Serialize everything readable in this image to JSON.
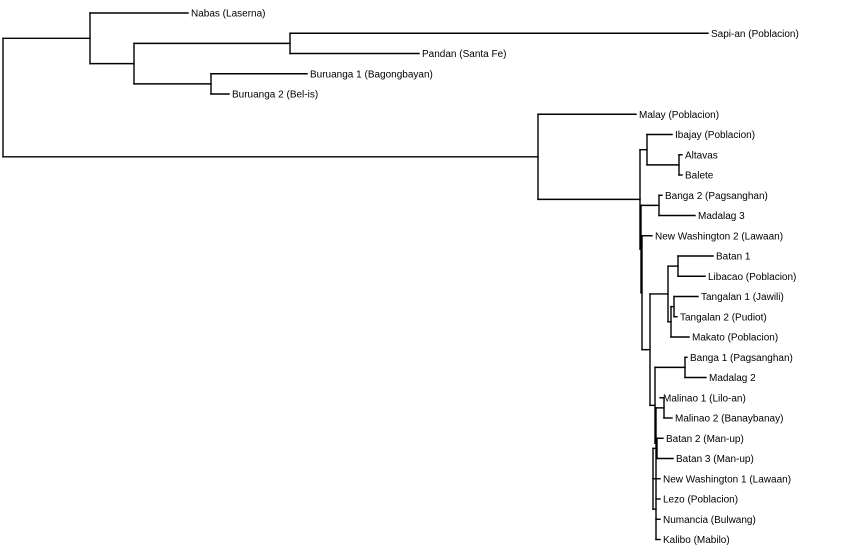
{
  "dendrogram": {
    "line_color": "#000000",
    "label_color": "#000000",
    "leaves": [
      {
        "id": "nabas",
        "label": "Nabas (Laserna)"
      },
      {
        "id": "sapian",
        "label": "Sapi-an (Poblacion)"
      },
      {
        "id": "pandan",
        "label": "Pandan (Santa Fe)"
      },
      {
        "id": "buruanga1",
        "label": "Buruanga 1 (Bagongbayan)"
      },
      {
        "id": "buruanga2",
        "label": "Buruanga 2 (Bel-is)"
      },
      {
        "id": "malay",
        "label": "Malay (Poblacion)"
      },
      {
        "id": "ibajay",
        "label": "Ibajay (Poblacion)"
      },
      {
        "id": "altavas",
        "label": "Altavas"
      },
      {
        "id": "balete",
        "label": "Balete"
      },
      {
        "id": "banga2",
        "label": "Banga 2 (Pagsanghan)"
      },
      {
        "id": "madalag3",
        "label": "Madalag 3"
      },
      {
        "id": "newwash2",
        "label": "New Washington 2 (Lawaan)"
      },
      {
        "id": "batan1",
        "label": "Batan 1"
      },
      {
        "id": "libacao",
        "label": "Libacao (Poblacion)"
      },
      {
        "id": "tangalan1",
        "label": "Tangalan 1 (Jawili)"
      },
      {
        "id": "tangalan2",
        "label": "Tangalan 2 (Pudiot)"
      },
      {
        "id": "makato",
        "label": "Makato (Poblacion)"
      },
      {
        "id": "banga1",
        "label": "Banga 1 (Pagsanghan)"
      },
      {
        "id": "madalag2",
        "label": "Madalag 2"
      },
      {
        "id": "malinao1",
        "label": "Malinao 1 (Lilo-an)"
      },
      {
        "id": "malinao2",
        "label": "Malinao 2 (Banaybanay)"
      },
      {
        "id": "batan2",
        "label": "Batan 2 (Man-up)"
      },
      {
        "id": "batan3",
        "label": "Batan 3 (Man-up)"
      },
      {
        "id": "newwash1",
        "label": "New Washington 1 (Lawaan)"
      },
      {
        "id": "lezo",
        "label": "Lezo (Poblacion)"
      },
      {
        "id": "numancia",
        "label": "Numancia (Bulwang)"
      },
      {
        "id": "kalibo",
        "label": "Kalibo (Mabilo)"
      }
    ]
  }
}
